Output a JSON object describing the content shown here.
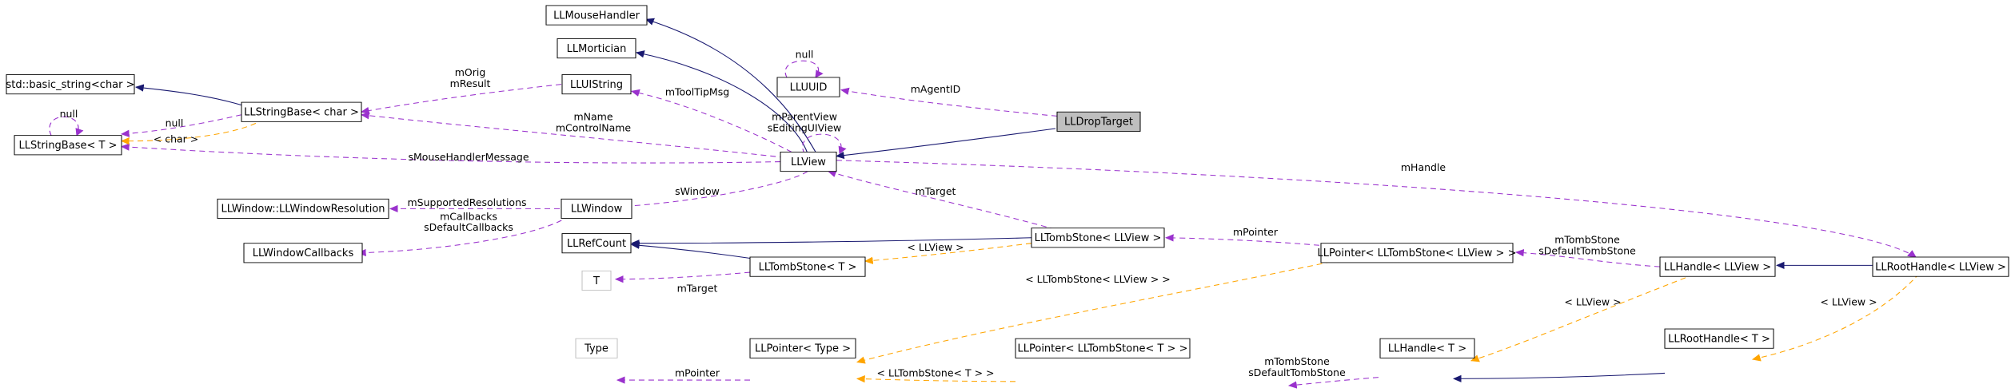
{
  "colors": {
    "inheritance": "#191970",
    "usage": "#9a32cd",
    "template": "#ffa500",
    "focus_fill": "#bfbfbf",
    "node_border": "#000000",
    "undocumented_border": "#bfbfbf"
  },
  "nodes": {
    "llmousehandler": "LLMouseHandler",
    "llmortician": "LLMortician",
    "std_basic_string": "std::basic_string<char >",
    "lluistring": "LLUIString",
    "lluuid": "LLUUID",
    "llstringbase_char": "LLStringBase< char >",
    "llstringbase_t": "LLStringBase< T >",
    "lldroptarget": "LLDropTarget",
    "llview": "LLView",
    "llwindow_resolution": "LLWindow::LLWindowResolution",
    "llwindow": "LLWindow",
    "llwindowcallbacks": "LLWindowCallbacks",
    "llrefcount": "LLRefCount",
    "lltombstone_llview": "LLTombStone< LLView >",
    "lltombstone_t": "LLTombStone< T >",
    "t": "T",
    "llpointer_tombstone_llview": "LLPointer< LLTombStone< LLView > >",
    "llhandle_llview": "LLHandle< LLView >",
    "llroothandle_llview": "LLRootHandle< LLView >",
    "type": "Type",
    "llpointer_type": "LLPointer< Type >",
    "llpointer_tombstone_t": "LLPointer< LLTombStone< T > >",
    "llhandle_t": "LLHandle< T >",
    "llroothandle_t": "LLRootHandle< T >"
  },
  "edge_labels": {
    "null_uuid": "null",
    "magentid": "mAgentID",
    "morig": "mOrig",
    "mresult": "mResult",
    "mtooltipmsg": "mToolTipMsg",
    "null_stringbase": "null",
    "null_left": "null",
    "char": "< char >",
    "mparentview": "mParentView",
    "seditinguiview": "sEditingUIView",
    "mname": "mName",
    "mcontrolname": "mControlName",
    "smousehandlermessage": "sMouseHandlerMessage",
    "mhandle": "mHandle",
    "swindow": "sWindow",
    "msupportedresolutions": "mSupportedResolutions",
    "mcallbacks": "mCallbacks",
    "sdefaultcallbacks": "sDefaultCallbacks",
    "mtarget_view": "mTarget",
    "llview_tpl": "< LLView >",
    "mpointer_top": "mPointer",
    "mtombstone_top": "mTombStone",
    "sdefaulttombstone_top": "sDefaultTombStone",
    "tombstone_llview_tpl": "< LLTombStone< LLView > >",
    "llview_tpl_handle": "< LLView >",
    "llview_tpl_root": "< LLView >",
    "mtarget_t": "mTarget",
    "mpointer_bottom": "mPointer",
    "tombstone_t_tpl": "< LLTombStone< T > >",
    "mtombstone_bottom": "mTombStone",
    "sdefaulttombstone_bottom": "sDefaultTombStone"
  }
}
